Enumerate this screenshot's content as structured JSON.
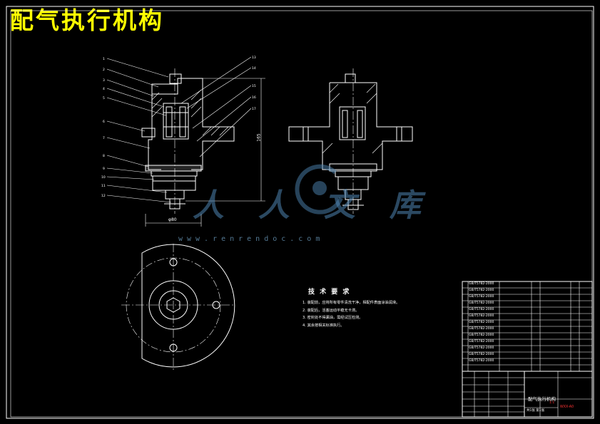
{
  "title": "配气执行机构",
  "dimensions": {
    "height": "165",
    "width": "φ80"
  },
  "technical_requirements": {
    "heading": "技 术 要 求",
    "items": [
      "1. 装配前，应将所有零件清洗干净，相配件表面涂油润滑。",
      "2. 装配后，活塞运动平稳无卡滞。",
      "3. 密封处不得漏油，需经试压检测。",
      "4. 其余按相关标准执行。"
    ]
  },
  "watermark": {
    "brand": "人人文库",
    "url": "www.renrendoc.com"
  },
  "title_block": {
    "drawing_name": "配气执行机构",
    "drawing_code": "WXX-A0",
    "scale": "1:1",
    "sheet": "共1张 第1张",
    "parts_rows": [
      "GB/T5782-2000",
      "GB/T5782-2000",
      "GB/T5782-2000",
      "GB/T5782-2000",
      "GB/T5782-2000",
      "GB/T5782-2000",
      "GB/T5782-2000",
      "GB/T5782-2000",
      "GB/T5782-2000",
      "GB/T5782-2000",
      "GB/T5782-2000",
      "GB/T5782-2000",
      "GB/T5782-2000"
    ]
  },
  "colors": {
    "background": "#000000",
    "line": "#ffffff",
    "title": "#ffff00",
    "watermark": "#4f86b3",
    "accent": "#ff3333"
  }
}
